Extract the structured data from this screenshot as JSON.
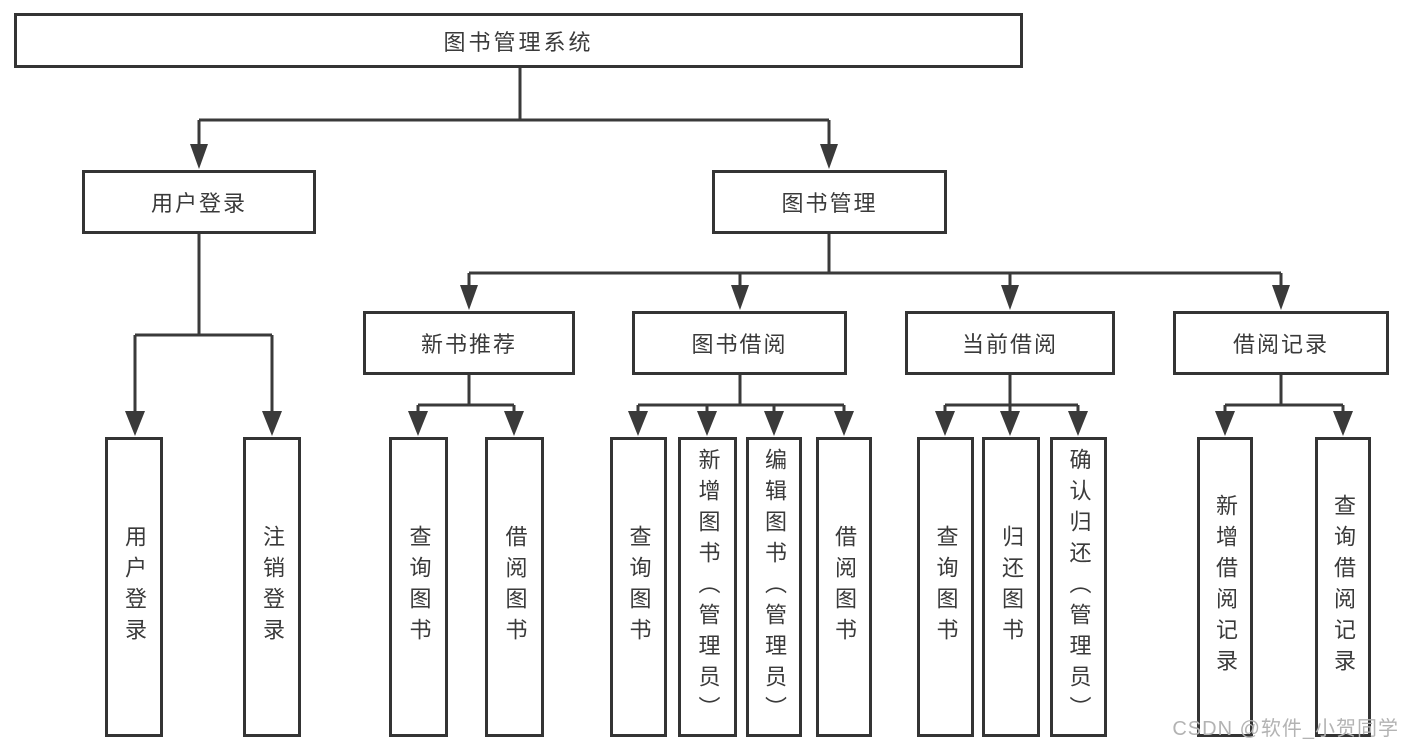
{
  "diagram": {
    "type": "hierarchy-tree",
    "orientation": "top-down",
    "tree": {
      "label": "图书管理系统",
      "children": [
        {
          "label": "用户登录",
          "children": [
            {
              "label": "用户登录"
            },
            {
              "label": "注销登录"
            }
          ]
        },
        {
          "label": "图书管理",
          "children": [
            {
              "label": "新书推荐",
              "children": [
                {
                  "label": "查询图书"
                },
                {
                  "label": "借阅图书"
                }
              ]
            },
            {
              "label": "图书借阅",
              "children": [
                {
                  "label": "查询图书"
                },
                {
                  "label": "新增图书（管理员）"
                },
                {
                  "label": "编辑图书（管理员）"
                },
                {
                  "label": "借阅图书"
                }
              ]
            },
            {
              "label": "当前借阅",
              "children": [
                {
                  "label": "查询图书"
                },
                {
                  "label": "归还图书"
                },
                {
                  "label": "确认归还（管理员）"
                }
              ]
            },
            {
              "label": "借阅记录",
              "children": [
                {
                  "label": "新增借阅记录"
                },
                {
                  "label": "查询借阅记录"
                }
              ]
            }
          ]
        }
      ]
    },
    "colors": {
      "line": "#3a3a3a",
      "box_border": "#343434",
      "text": "#3a3a3a",
      "watermark_text": "#b3b3b3",
      "background": "#ffffff"
    }
  },
  "watermark": {
    "text": "CSDN @软件_小贺同学"
  }
}
